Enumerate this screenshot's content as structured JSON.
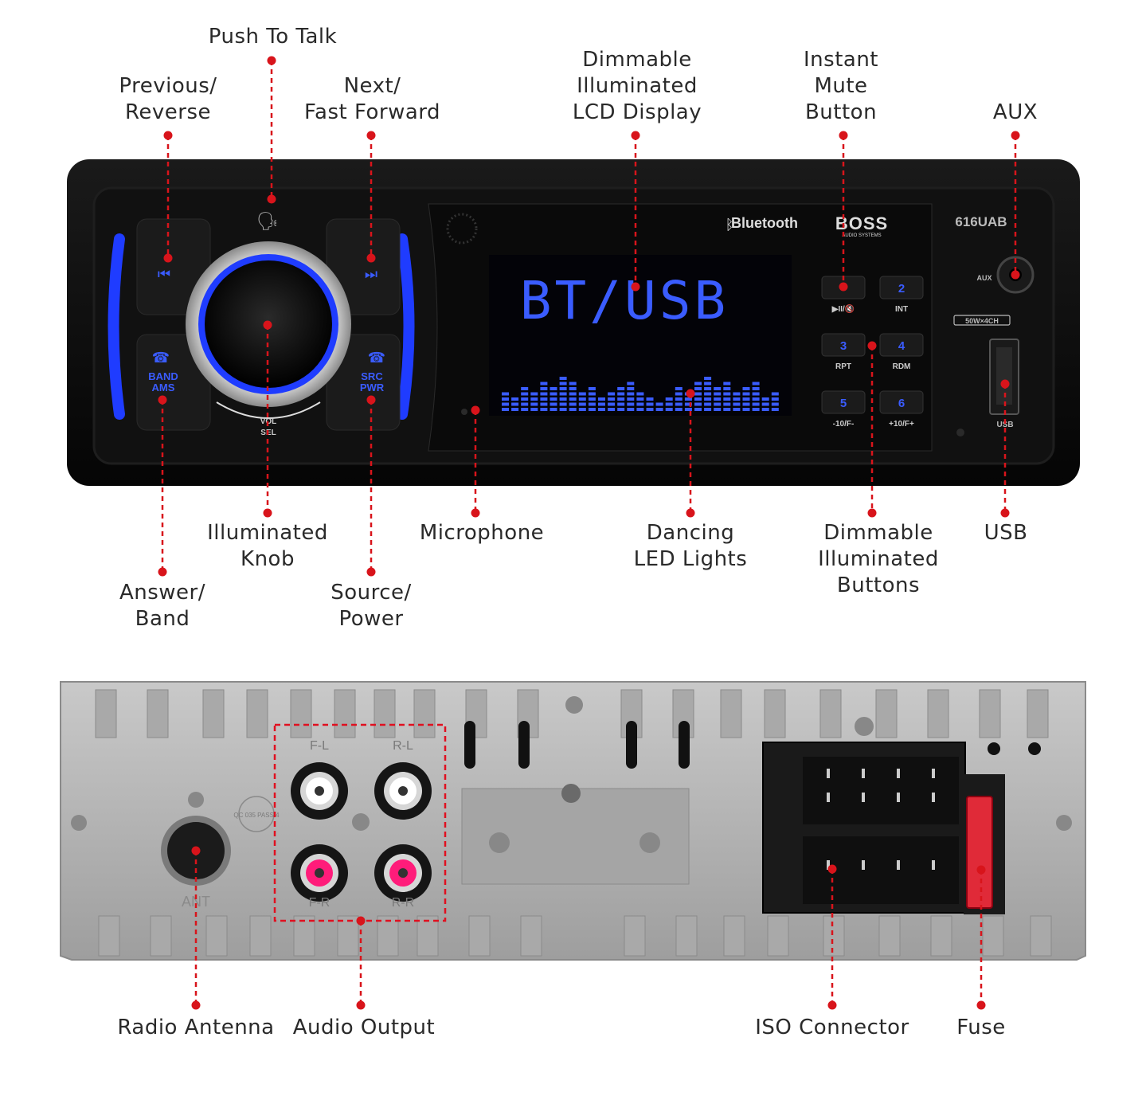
{
  "front_labels": {
    "push_to_talk": "Push To Talk",
    "previous_reverse": "Previous/\nReverse",
    "next_fast_forward": "Next/\nFast Forward",
    "lcd_display": "Dimmable\nIlluminated\nLCD Display",
    "instant_mute": "Instant\nMute\nButton",
    "aux": "AUX",
    "illuminated_knob": "Illuminated\nKnob",
    "microphone": "Microphone",
    "dancing_led": "Dancing\nLED Lights",
    "dimmable_buttons": "Dimmable\nIlluminated\nButtons",
    "usb": "USB",
    "answer_band": "Answer/\nBand",
    "source_power": "Source/\nPower"
  },
  "rear_labels": {
    "radio_antenna": "Radio Antenna",
    "audio_output": "Audio Output",
    "iso_connector": "ISO Connector",
    "fuse": "Fuse"
  },
  "unit": {
    "display_text": "BT/USB",
    "bluetooth": "Bluetooth",
    "brand": "BOSS",
    "brand_sub": "AUDIO SYSTEMS",
    "model": "616UAB",
    "aux_port": "AUX",
    "usb_port": "USB",
    "power_badge": "50W×4CH",
    "band_ams": "BAND\nAMS",
    "src_pwr": "SRC\nPWR",
    "vol_sel": "VOL\nSEL",
    "preset_buttons": [
      {
        "num": "",
        "label": "▶II/🔇"
      },
      {
        "num": "2",
        "label": "INT"
      },
      {
        "num": "3",
        "label": "RPT"
      },
      {
        "num": "4",
        "label": "RDM"
      },
      {
        "num": "5",
        "label": "-10/F-"
      },
      {
        "num": "6",
        "label": "+10/F+"
      }
    ],
    "eq_levels": [
      4,
      3,
      5,
      4,
      6,
      5,
      7,
      6,
      4,
      5,
      3,
      4,
      5,
      6,
      4,
      3,
      2,
      3,
      5,
      4,
      6,
      7,
      5,
      6,
      4,
      5,
      6,
      3,
      4
    ],
    "rear_jacks": [
      "F-L",
      "R-L",
      "F-R",
      "R-R"
    ],
    "rear_antenna": "ANT",
    "qc_stamp": "QC 035 PASS 4"
  },
  "colors": {
    "label_text": "#2a2a2a",
    "leader_red": "#d8141b",
    "lcd_blue": "#3a5cff",
    "accent_blue": "#1f3cff",
    "chassis": "#b9b9b9",
    "body_black": "#0c0c0c"
  }
}
